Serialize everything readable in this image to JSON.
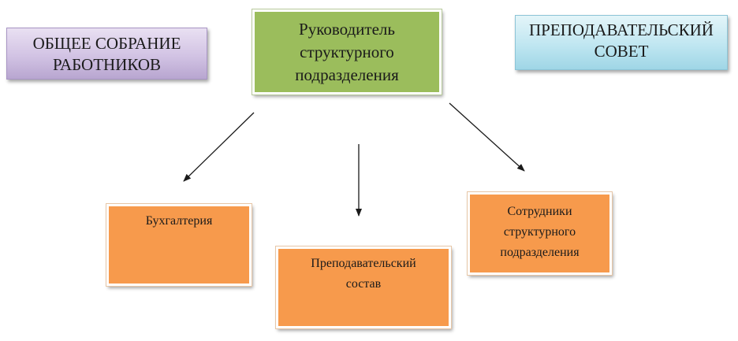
{
  "nodes": {
    "assembly": [
      "ОБЩЕЕ СОБРАНИЕ",
      "РАБОТНИКОВ"
    ],
    "head": [
      "Руководитель",
      "структурного",
      "подразделения"
    ],
    "council": [
      "ПРЕПОДАВАТЕЛЬСКИЙ",
      "СОВЕТ"
    ],
    "accounting": [
      "Бухгалтерия"
    ],
    "teaching": [
      "Преподавательский",
      "состав"
    ],
    "staff": [
      "Сотрудники",
      "структурного",
      "подразделения"
    ]
  },
  "colors": {
    "assembly": "#d2c3e4",
    "head": "#9bbd5c",
    "council": "#bfe6f1",
    "department": "#f79a4c",
    "arrow": "#1a1a1a"
  }
}
